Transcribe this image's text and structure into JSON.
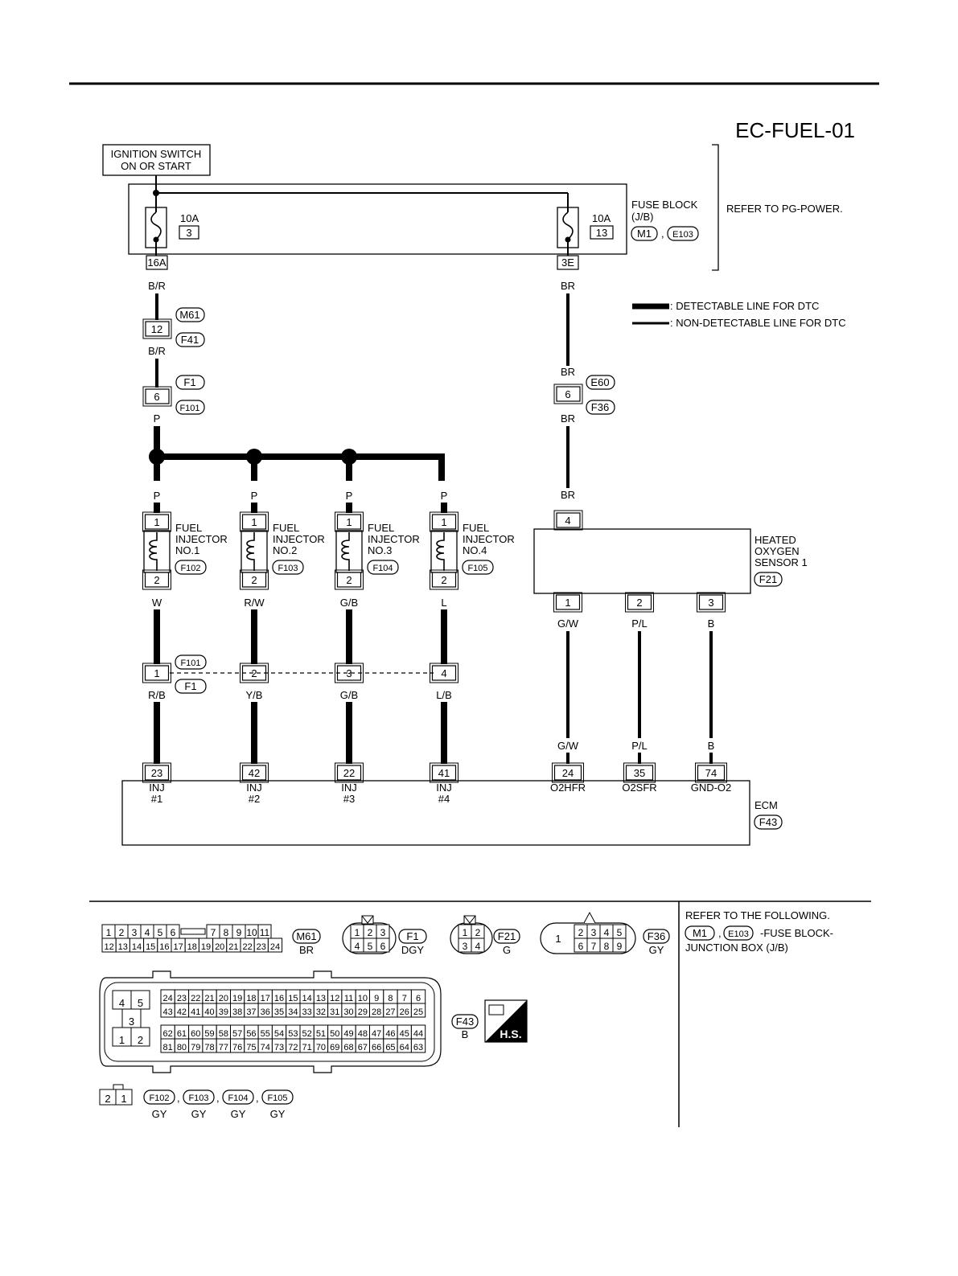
{
  "diagram_id": "EC-FUEL-01",
  "ignition": {
    "line1": "IGNITION SWITCH",
    "line2": "ON OR START"
  },
  "fuse_block": {
    "line1": "FUSE BLOCK",
    "line2": "(J/B)",
    "conn1": "M1",
    "conn2": "E103",
    "refer": "REFER TO PG-POWER.",
    "fuse_left": {
      "amp": "10A",
      "num": "3",
      "conn": "16A"
    },
    "fuse_right": {
      "amp": "10A",
      "num": "13",
      "conn": "3E"
    }
  },
  "legend": {
    "detectable": ": DETECTABLE LINE FOR DTC",
    "nondetectable": ": NON-DETECTABLE LINE FOR DTC"
  },
  "left_circuit": {
    "wire_br_top": "B/R",
    "conn_m61": "M61",
    "pin_12": "12",
    "conn_f41": "F41",
    "wire_br_mid": "B/R",
    "conn_f1": "F1",
    "pin_6": "6",
    "conn_f101": "F101",
    "wire_p": "P"
  },
  "right_circuit": {
    "wire_br_1": "BR",
    "wire_br_2": "BR",
    "conn_e60": "E60",
    "pin_6": "6",
    "conn_f36": "F36",
    "wire_br_3": "BR",
    "wire_br_4": "BR"
  },
  "injectors": [
    {
      "wire_in": "P",
      "line1": "FUEL",
      "line2": "INJECTOR",
      "line3": "NO.1",
      "conn": "F102",
      "pin_top": "1",
      "pin_bot": "2",
      "wire_out": "W",
      "mid_pin": "1",
      "wire_ecm": "R/B",
      "ecm_pin": "23",
      "ecm_label": "INJ",
      "ecm_num": "#1"
    },
    {
      "wire_in": "P",
      "line1": "FUEL",
      "line2": "INJECTOR",
      "line3": "NO.2",
      "conn": "F103",
      "pin_top": "1",
      "pin_bot": "2",
      "wire_out": "R/W",
      "mid_pin": "2",
      "wire_ecm": "Y/B",
      "ecm_pin": "42",
      "ecm_label": "INJ",
      "ecm_num": "#2"
    },
    {
      "wire_in": "P",
      "line1": "FUEL",
      "line2": "INJECTOR",
      "line3": "NO.3",
      "conn": "F104",
      "pin_top": "1",
      "pin_bot": "2",
      "wire_out": "G/B",
      "mid_pin": "3",
      "wire_ecm": "G/B",
      "ecm_pin": "22",
      "ecm_label": "INJ",
      "ecm_num": "#3"
    },
    {
      "wire_in": "P",
      "line1": "FUEL",
      "line2": "INJECTOR",
      "line3": "NO.4",
      "conn": "F105",
      "pin_top": "1",
      "pin_bot": "2",
      "wire_out": "L",
      "mid_pin": "4",
      "wire_ecm": "L/B",
      "ecm_pin": "41",
      "ecm_label": "INJ",
      "ecm_num": "#4"
    }
  ],
  "mid_conn": {
    "conn_top": "F101",
    "conn_bot": "F1"
  },
  "oxygen_sensor": {
    "line1": "HEATED",
    "line2": "OXYGEN",
    "line3": "SENSOR 1",
    "conn": "F21",
    "pin_top": "4",
    "pins": [
      {
        "pin": "1",
        "wire": "G/W",
        "wire_ecm": "G/W",
        "ecm_pin": "24",
        "ecm_label": "O2HFR"
      },
      {
        "pin": "2",
        "wire": "P/L",
        "wire_ecm": "P/L",
        "ecm_pin": "35",
        "ecm_label": "O2SFR"
      },
      {
        "pin": "3",
        "wire": "B",
        "wire_ecm": "B",
        "ecm_pin": "74",
        "ecm_label": "GND-O2"
      }
    ]
  },
  "ecm": {
    "label": "ECM",
    "conn": "F43"
  },
  "connectors": {
    "m61": {
      "row1": [
        "1",
        "2",
        "3",
        "4",
        "5",
        "6",
        "7",
        "8",
        "9",
        "10",
        "11"
      ],
      "row2": [
        "12",
        "13",
        "14",
        "15",
        "16",
        "17",
        "18",
        "19",
        "20",
        "21",
        "22",
        "23",
        "24"
      ],
      "name": "M61",
      "color": "BR"
    },
    "f1": {
      "row1": [
        "1",
        "2",
        "3"
      ],
      "row2": [
        "4",
        "5",
        "6"
      ],
      "name": "F1",
      "color": "DGY"
    },
    "f21": {
      "row1": [
        "1",
        "2"
      ],
      "row2": [
        "3",
        "4"
      ],
      "name": "F21",
      "color": "G"
    },
    "f36": {
      "single": "1",
      "row1": [
        "2",
        "3",
        "4",
        "5"
      ],
      "row2": [
        "6",
        "7",
        "8",
        "9"
      ],
      "name": "F36",
      "color": "GY"
    },
    "f43": {
      "left": [
        "4",
        "5",
        "3",
        "1",
        "2"
      ],
      "rows": [
        [
          "24",
          "23",
          "22",
          "21",
          "20",
          "19",
          "18",
          "17",
          "16",
          "15",
          "14",
          "13",
          "12",
          "11",
          "10",
          "9",
          "8",
          "7",
          "6"
        ],
        [
          "43",
          "42",
          "41",
          "40",
          "39",
          "38",
          "37",
          "36",
          "35",
          "34",
          "33",
          "32",
          "31",
          "30",
          "29",
          "28",
          "27",
          "26",
          "25"
        ],
        [
          "62",
          "61",
          "60",
          "59",
          "58",
          "57",
          "56",
          "55",
          "54",
          "53",
          "52",
          "51",
          "50",
          "49",
          "48",
          "47",
          "46",
          "45",
          "44"
        ],
        [
          "81",
          "80",
          "79",
          "78",
          "77",
          "76",
          "75",
          "74",
          "73",
          "72",
          "71",
          "70",
          "69",
          "68",
          "67",
          "66",
          "65",
          "64",
          "63"
        ]
      ],
      "name": "F43",
      "color": "B",
      "hs": "H.S."
    },
    "injector_conn": {
      "pins": [
        "2",
        "1"
      ],
      "names": [
        "F102",
        "F103",
        "F104",
        "F105"
      ],
      "colors": [
        "GY",
        "GY",
        "GY",
        "GY"
      ],
      "sep": ","
    },
    "refer": {
      "line1": "REFER TO THE FOLLOWING.",
      "conn1": "M1",
      "sep": ",",
      "conn2": "E103",
      "line2": "-FUSE BLOCK-",
      "line3": "JUNCTION BOX (J/B)"
    }
  }
}
